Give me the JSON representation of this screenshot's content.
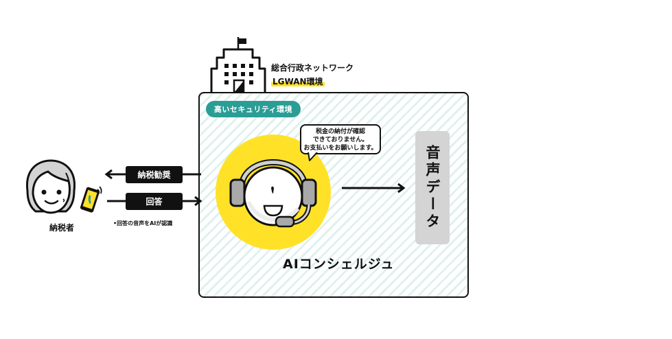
{
  "building": {
    "network_name": "総合行政ネットワーク",
    "network_code": "LGWAN環境",
    "icon": "government-building-icon"
  },
  "environment": {
    "badge": "高いセキュリティ環境",
    "border_color": "#111111",
    "stripe_color": "#dff1ef",
    "badge_color": "#2a9d95"
  },
  "ai": {
    "speech_lines": [
      "税金の納付が確認",
      "できておりません。",
      "お支払いをお願いします。"
    ],
    "label": "AIコンシェルジュ",
    "circle_color": "#ffe227",
    "icon": "headset-operator-icon"
  },
  "voice_data": {
    "label": "音声データ",
    "color": "#d4d4d4"
  },
  "flows": {
    "encourage": "納税勧奨",
    "answer": "回答",
    "note": "•回答の音声をAIが認識"
  },
  "taxpayer": {
    "label": "納税者",
    "icon": "elderly-person-icon",
    "phone_icon": "smartphone-ringing-icon"
  }
}
